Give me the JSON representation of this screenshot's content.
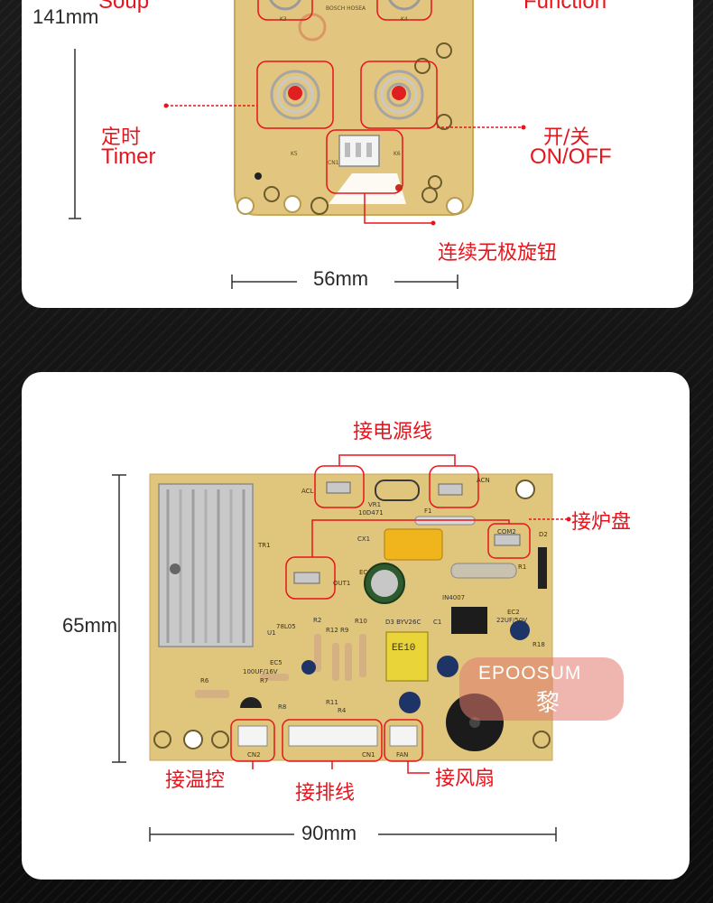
{
  "top_panel": {
    "height_dim": "141mm",
    "width_dim": "56mm",
    "label_soup": "Soup",
    "label_function": "Function",
    "label_timer_cn": "定时",
    "label_timer_en": "Timer",
    "label_onoff_cn": "开/关",
    "label_onoff_en": "ON/OFF",
    "label_knob": "连续无极旋钮",
    "silk_brand": "BOSCH HOSEA",
    "silk_k3": "K3",
    "silk_k4": "K4",
    "silk_k5": "K5",
    "silk_k6": "K6",
    "silk_cn": "CN1"
  },
  "bottom_panel": {
    "height_dim": "65mm",
    "width_dim": "90mm",
    "label_power": "接电源线",
    "label_coil": "接炉盘",
    "label_temp": "接温控",
    "label_ribbon": "接排线",
    "label_fan": "接风扇",
    "watermark_en": "EPOOSUM",
    "watermark_cn": "黎",
    "silk": {
      "acl": "ACL",
      "acn": "ACN",
      "vr1": "VR1",
      "vr1_val": "10D471",
      "f1": "F1",
      "cx1": "CX1",
      "com2": "COM2",
      "d2": "D2",
      "out1": "OUT1",
      "tr1": "TR1",
      "ec": "EC",
      "in4007": "IN4007",
      "u1": "U1",
      "u1_part": "78L05",
      "r2": "R2",
      "r12r9": "R12 R9",
      "r10": "R10",
      "d3": "D3 BYV26C",
      "c1": "C1",
      "ec2": "EC2",
      "ec2_val": "22UF/50V",
      "ec5": "EC5",
      "ec5_val": "100UF/16V",
      "r7": "R7",
      "r6": "R6",
      "r8": "R8",
      "r11": "R11",
      "r4": "R4",
      "ee10": "EE10",
      "cn2": "CN2",
      "cn1": "CN1",
      "fan": "FAN",
      "r18": "R18",
      "r1": "R1"
    }
  }
}
